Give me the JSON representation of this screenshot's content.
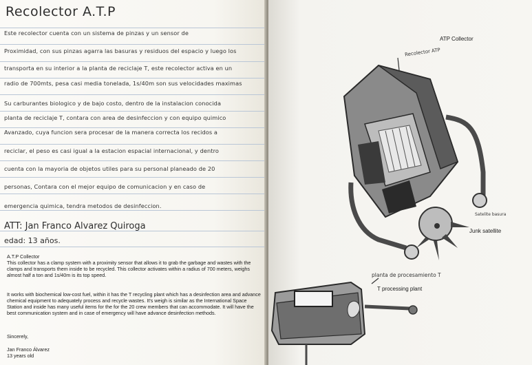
{
  "left_page": {
    "title": "Recolector A.T.P",
    "handwritten_lines": [
      "Este recolector cuenta con un sistema de pinzas y un sensor de",
      "Proximidad, con sus pinzas agarra las basuras y residuos del espacio y luego los",
      "transporta en su interior a la planta de reciclaje T, este recolector activa en un",
      "radio de 700mts, pesa casi media tonelada, 1s/40m son sus velocidades maximas",
      "Su carburantes biologico y de bajo costo, dentro de la instalacion conocida",
      "planta de reciclaje T, contara con area de desinfeccion y con equipo quimico",
      "Avanzado, cuya funcion sera procesar de la manera correcta los recidos a",
      "reciclar, el peso es casi igual a la estacion espacial internacional, y dentro",
      "cuenta con la mayoria de objetos utiles para su personal planeado de 20",
      "personas, Contara con el mejor equipo de comunicacion y en caso de",
      "emergencia quimica, tendra metodos de desinfeccion."
    ],
    "att_line": "ATT: Jan Franco Alvarez Quiroga",
    "age_line": "edad: 13 años.",
    "translation_heading": "A.T.P Collector",
    "translation_p1": "This collector has a clamp system with a proximity sensor that allows it to grab the garbage and wastes with the clamps and transports them inside to be recycled.  This collector activates within a radius of 700 meters, weighs almost half a ton and 1s/40m is its top speed.",
    "translation_p2": "It works with biochemical low-cost fuel, within it has the T recycling plant which has a desinfection area and advance chemical equipment to adequately process and recycle wastes.  It's weigh is similar as the International Space Station and inside has many useful items for the for the 20 crew members that can accommodate.  It will have the best communication system and in case of emergency will have advance desinfection methods.",
    "sincerely": "Sincerely,",
    "signature_name": "Jan Franco Álvarez",
    "signature_age": "13 years old"
  },
  "right_page": {
    "caption_atp_collector": "ATP Collector",
    "hand_recolector": "Recolector ATP",
    "hand_satellite": "Satelite basura",
    "caption_junk_satellite": "Junk satellite",
    "hand_planta": "planta de procesamiento T",
    "caption_t_plant": "T processing plant"
  }
}
